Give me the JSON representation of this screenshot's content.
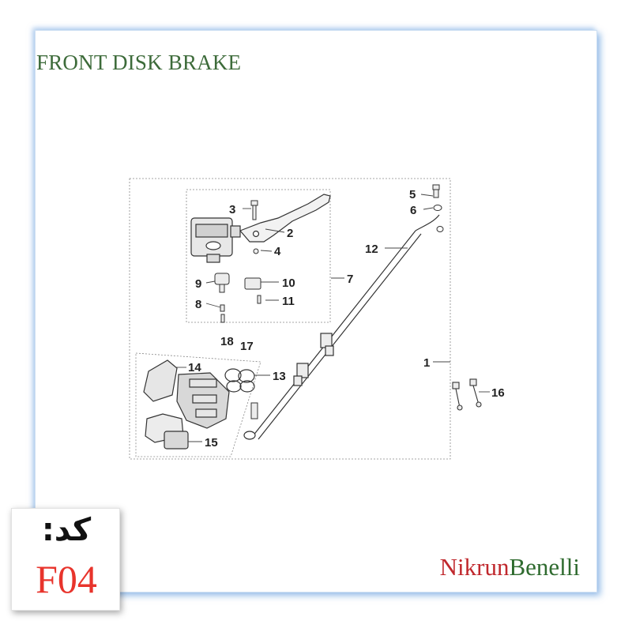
{
  "title": "FRONT DISK BRAKE",
  "code": {
    "label": "کد:",
    "value": "F04"
  },
  "brand": {
    "part1": "Nikrun",
    "part2": "Benelli"
  },
  "callouts": [
    "1",
    "2",
    "3",
    "4",
    "5",
    "6",
    "7",
    "8",
    "9",
    "10",
    "11",
    "12",
    "13",
    "14",
    "15",
    "16",
    "17",
    "18"
  ],
  "colors": {
    "title": "#3d6b3a",
    "code_value": "#e8342c",
    "brand_red": "#c0282d",
    "brand_green": "#2f6b2f",
    "frame_shadow": "#78aae1"
  }
}
